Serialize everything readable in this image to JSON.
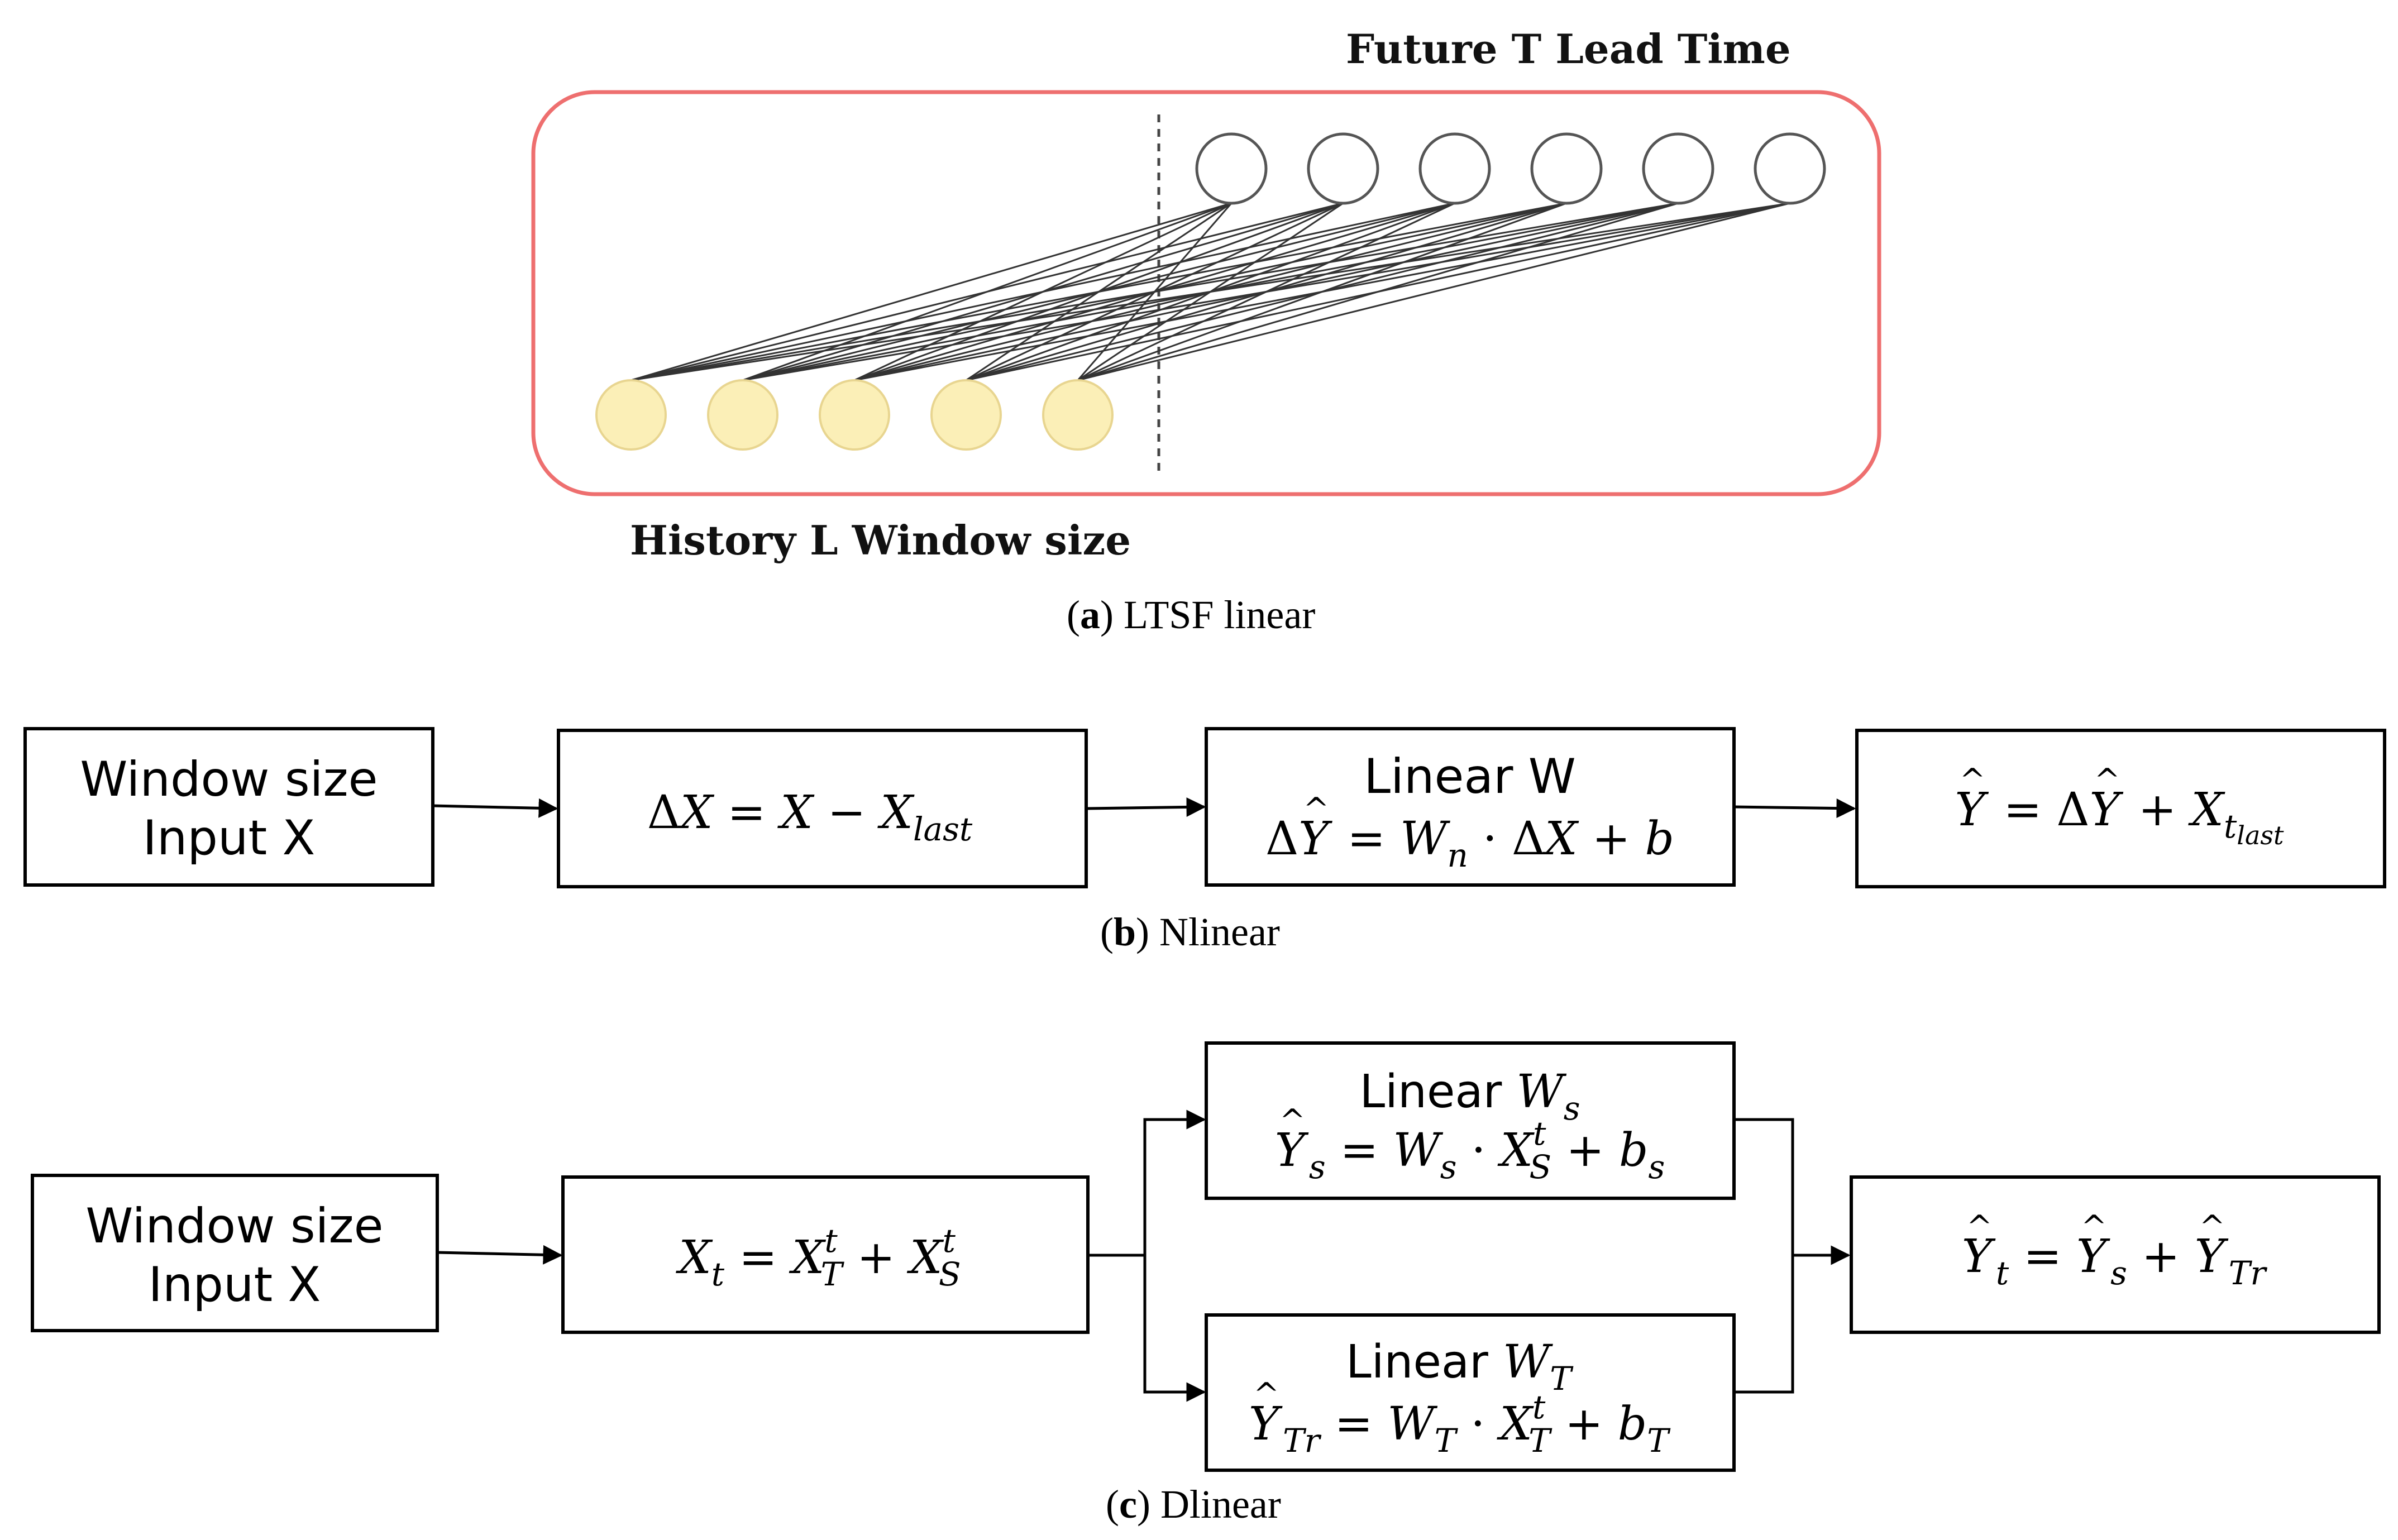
{
  "panel_a": {
    "top_label": "Future T Lead Time",
    "bottom_label": "History L Window size",
    "caption_letter": "a",
    "caption_text": " LTSF linear",
    "history_nodes": 5,
    "future_nodes": 6,
    "frame_color": "#ee6f6f",
    "history_node_color": "#fbefb7",
    "future_node_color": "#ffffff"
  },
  "panel_b": {
    "input_line1": "Window size",
    "input_line2": "Input X",
    "step1_a": "Δ",
    "step1_b": "X",
    "step1_c": " = ",
    "step1_d": "X",
    "step1_e": " − ",
    "step1_f": "X",
    "step1_sub": "last",
    "step2_title": "Linear W",
    "step2_a": "Δ",
    "step2_b": "Y",
    "step2_hat": "^",
    "step2_c": " = ",
    "step2_d": "W",
    "step2_sub": "n",
    "step2_e": " · Δ",
    "step2_f": "X",
    "step2_g": " + ",
    "step2_h": "b",
    "output_a": "Y",
    "output_hat": "^",
    "output_b": " = Δ",
    "output_c": "Y",
    "output_hat2": "^",
    "output_d": " + ",
    "output_e": "X",
    "output_sub": "t",
    "output_subsub": "last",
    "caption_letter": "b",
    "caption_text": " Nlinear"
  },
  "panel_c": {
    "input_line1": "Window size",
    "input_line2": "Input X",
    "decomp_a": "X",
    "decomp_sub_a": "t",
    "decomp_b": " = ",
    "decomp_c": "X",
    "decomp_sup_c": "t",
    "decomp_sub_c": "T",
    "decomp_d": " + ",
    "decomp_e": "X",
    "decomp_sup_e": "t",
    "decomp_sub_e": "S",
    "seasonal_title_a": "Linear ",
    "seasonal_title_b": "W",
    "seasonal_title_sub": "s",
    "seasonal_a": "Y",
    "seasonal_hat": "^",
    "seasonal_sub_a": "s",
    "seasonal_b": " = ",
    "seasonal_c": "W",
    "seasonal_sub_c": "s",
    "seasonal_d": " · ",
    "seasonal_e": "X",
    "seasonal_sup_e": "t",
    "seasonal_sub_e": "S",
    "seasonal_f": " + ",
    "seasonal_g": "b",
    "seasonal_sub_g": "s",
    "trend_title_a": "Linear ",
    "trend_title_b": "W",
    "trend_title_sub": "T",
    "trend_a": "Y",
    "trend_hat": "^",
    "trend_sub_a": "Tr",
    "trend_b": " = ",
    "trend_c": "W",
    "trend_sub_c": "T",
    "trend_d": " · ",
    "trend_e": "X",
    "trend_sup_e": "t",
    "trend_sub_e": "T",
    "trend_f": " + ",
    "trend_g": "b",
    "trend_sub_g": "T",
    "output_a": "Y",
    "output_hat": "^",
    "output_sub_a": "t",
    "output_b": " = ",
    "output_c": "Y",
    "output_hat_c": "^",
    "output_sub_c": "s",
    "output_d": " + ",
    "output_e": "Y",
    "output_hat_e": "^",
    "output_sub_e": "Tr",
    "caption_letter": "c",
    "caption_text": " Dlinear"
  }
}
